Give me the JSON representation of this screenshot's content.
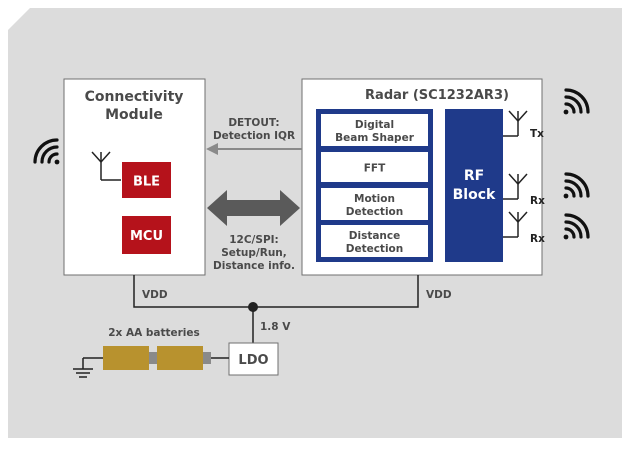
{
  "connectivity_module": {
    "title_line1": "Connectivity",
    "title_line2": "Module",
    "ble_label": "BLE",
    "mcu_label": "MCU"
  },
  "radar": {
    "title": "Radar (SC1232AR3)",
    "blocks": [
      {
        "line1": "Digital",
        "line2": "Beam Shaper"
      },
      {
        "line1": "FFT",
        "line2": ""
      },
      {
        "line1": "Motion",
        "line2": "Detection"
      },
      {
        "line1": "Distance",
        "line2": "Detection"
      }
    ],
    "rf_line1": "RF",
    "rf_line2": "Block",
    "antennas": [
      "Tx",
      "Rx",
      "Rx"
    ]
  },
  "links": {
    "detout_line1": "DETOUT:",
    "detout_line2": "Detection IQR",
    "spi_line1": "12C/SPI:",
    "spi_line2": "Setup/Run,",
    "spi_line3": "Distance info."
  },
  "power": {
    "vdd_left": "VDD",
    "vdd_right": "VDD",
    "voltage": "1.8 V",
    "ldo_label": "LDO",
    "battery_label": "2x AA batteries"
  },
  "colors": {
    "background_panel": "#dcdcdc",
    "radar_dsp_blue": "#1f3a8a",
    "battery_gold": "#b8922e",
    "ble_mcu_red": "#b5121b",
    "arrow_gray": "#5a5a5a"
  }
}
